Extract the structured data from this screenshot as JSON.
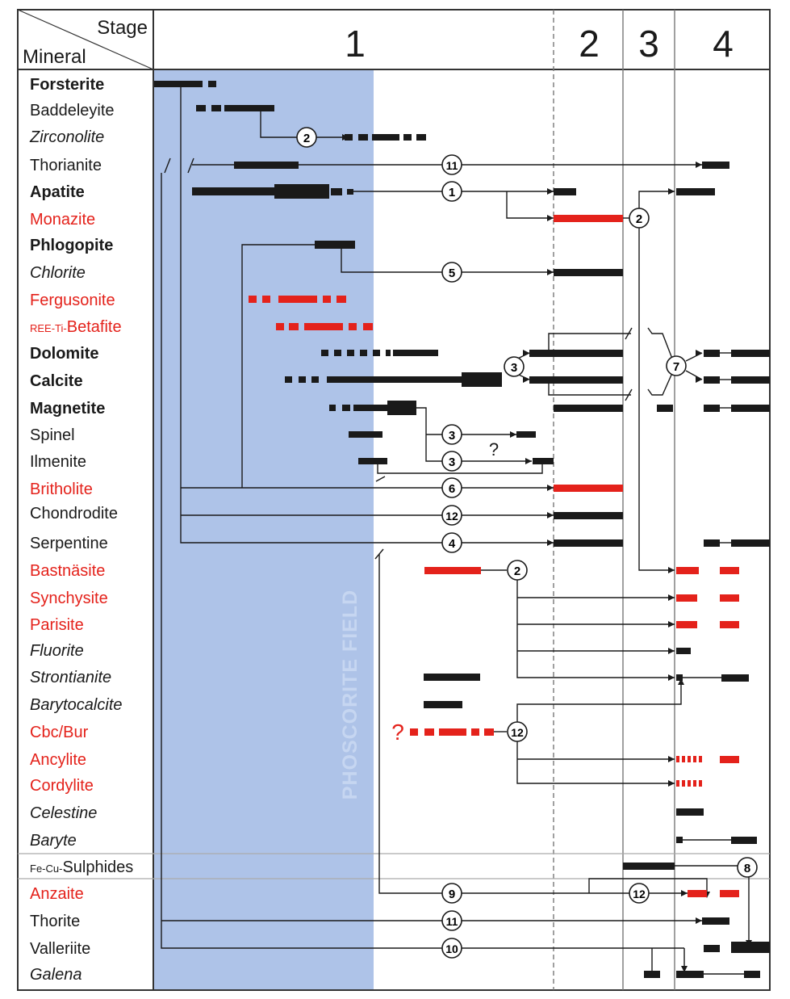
{
  "header": {
    "stage_label": "Stage",
    "mineral_label": "Mineral",
    "stages": [
      "1",
      "2",
      "3",
      "4"
    ]
  },
  "field_label": "PHOSCORITE FIELD",
  "colors": {
    "black": "#1a1a1a",
    "red": "#e4221b",
    "field": "#aec3e8",
    "field_text": "#c6d6f1",
    "grid": "#888888",
    "frame": "#333333"
  },
  "minerals": [
    {
      "name": "Forsterite",
      "bold": true,
      "italic": false,
      "color": "black"
    },
    {
      "name": "Baddeleyite",
      "bold": false,
      "italic": false,
      "color": "black"
    },
    {
      "name": "Zirconolite",
      "bold": false,
      "italic": true,
      "color": "black"
    },
    {
      "name": "Thorianite",
      "bold": false,
      "italic": false,
      "color": "black"
    },
    {
      "name": "Apatite",
      "bold": true,
      "italic": false,
      "color": "black"
    },
    {
      "name": "Monazite",
      "bold": false,
      "italic": false,
      "color": "red"
    },
    {
      "name": "Phlogopite",
      "bold": true,
      "italic": false,
      "color": "black"
    },
    {
      "name": "Chlorite",
      "bold": false,
      "italic": true,
      "color": "black"
    },
    {
      "name": "Fergusonite",
      "bold": false,
      "italic": false,
      "color": "red"
    },
    {
      "name": "REE-Ti-Betafite",
      "bold": false,
      "italic": false,
      "color": "red",
      "prefix": "REE-Ti-",
      "main": "Betafite"
    },
    {
      "name": "Dolomite",
      "bold": true,
      "italic": false,
      "color": "black"
    },
    {
      "name": "Calcite",
      "bold": true,
      "italic": false,
      "color": "black"
    },
    {
      "name": "Magnetite",
      "bold": true,
      "italic": false,
      "color": "black"
    },
    {
      "name": "Spinel",
      "bold": false,
      "italic": false,
      "color": "black"
    },
    {
      "name": "Ilmenite",
      "bold": false,
      "italic": false,
      "color": "black"
    },
    {
      "name": "Britholite",
      "bold": false,
      "italic": false,
      "color": "red"
    },
    {
      "name": "Chondrodite",
      "bold": false,
      "italic": false,
      "color": "black"
    },
    {
      "name": "Serpentine",
      "bold": false,
      "italic": false,
      "color": "black"
    },
    {
      "name": "Bastnäsite",
      "bold": false,
      "italic": false,
      "color": "red"
    },
    {
      "name": "Synchysite",
      "bold": false,
      "italic": false,
      "color": "red"
    },
    {
      "name": "Parisite",
      "bold": false,
      "italic": false,
      "color": "red"
    },
    {
      "name": "Fluorite",
      "bold": false,
      "italic": true,
      "color": "black"
    },
    {
      "name": "Strontianite",
      "bold": false,
      "italic": true,
      "color": "black"
    },
    {
      "name": "Barytocalcite",
      "bold": false,
      "italic": true,
      "color": "black"
    },
    {
      "name": "Cbc/Bur",
      "bold": false,
      "italic": false,
      "color": "red"
    },
    {
      "name": "Ancylite",
      "bold": false,
      "italic": false,
      "color": "red"
    },
    {
      "name": "Cordylite",
      "bold": false,
      "italic": false,
      "color": "red"
    },
    {
      "name": "Celestine",
      "bold": false,
      "italic": true,
      "color": "black"
    },
    {
      "name": "Baryte",
      "bold": false,
      "italic": true,
      "color": "black"
    },
    {
      "name": "Fe-Cu-Sulphides",
      "bold": false,
      "italic": false,
      "color": "black",
      "prefix": "Fe-Cu-",
      "main": "Sulphides"
    },
    {
      "name": "Anzaite",
      "bold": false,
      "italic": false,
      "color": "red"
    },
    {
      "name": "Thorite",
      "bold": false,
      "italic": false,
      "color": "black"
    },
    {
      "name": "Valleriite",
      "bold": false,
      "italic": false,
      "color": "black"
    },
    {
      "name": "Galena",
      "bold": false,
      "italic": true,
      "color": "black"
    }
  ],
  "reaction_markers": [
    "2",
    "11",
    "1",
    "2",
    "5",
    "3",
    "7",
    "3",
    "3",
    "6",
    "12",
    "4",
    "2",
    "12",
    "9",
    "12",
    "8",
    "11",
    "10"
  ],
  "question_marks": [
    "?",
    "?"
  ]
}
